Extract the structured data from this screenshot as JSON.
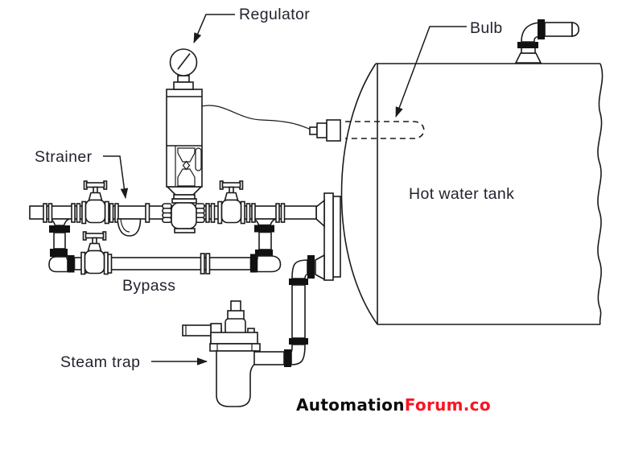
{
  "labels": {
    "regulator": "Regulator",
    "bulb": "Bulb",
    "strainer": "Strainer",
    "hot_water_tank": "Hot water tank",
    "bypass": "Bypass",
    "steam_trap": "Steam trap"
  },
  "watermark": {
    "brand_black": "Automation",
    "brand_red": "Forum.co",
    "black_color": "#0c0c0c",
    "red_color": "#fa1423"
  },
  "colors": {
    "line": "#1a1a1a",
    "label_text": "#23232e",
    "background": "#ffffff"
  }
}
